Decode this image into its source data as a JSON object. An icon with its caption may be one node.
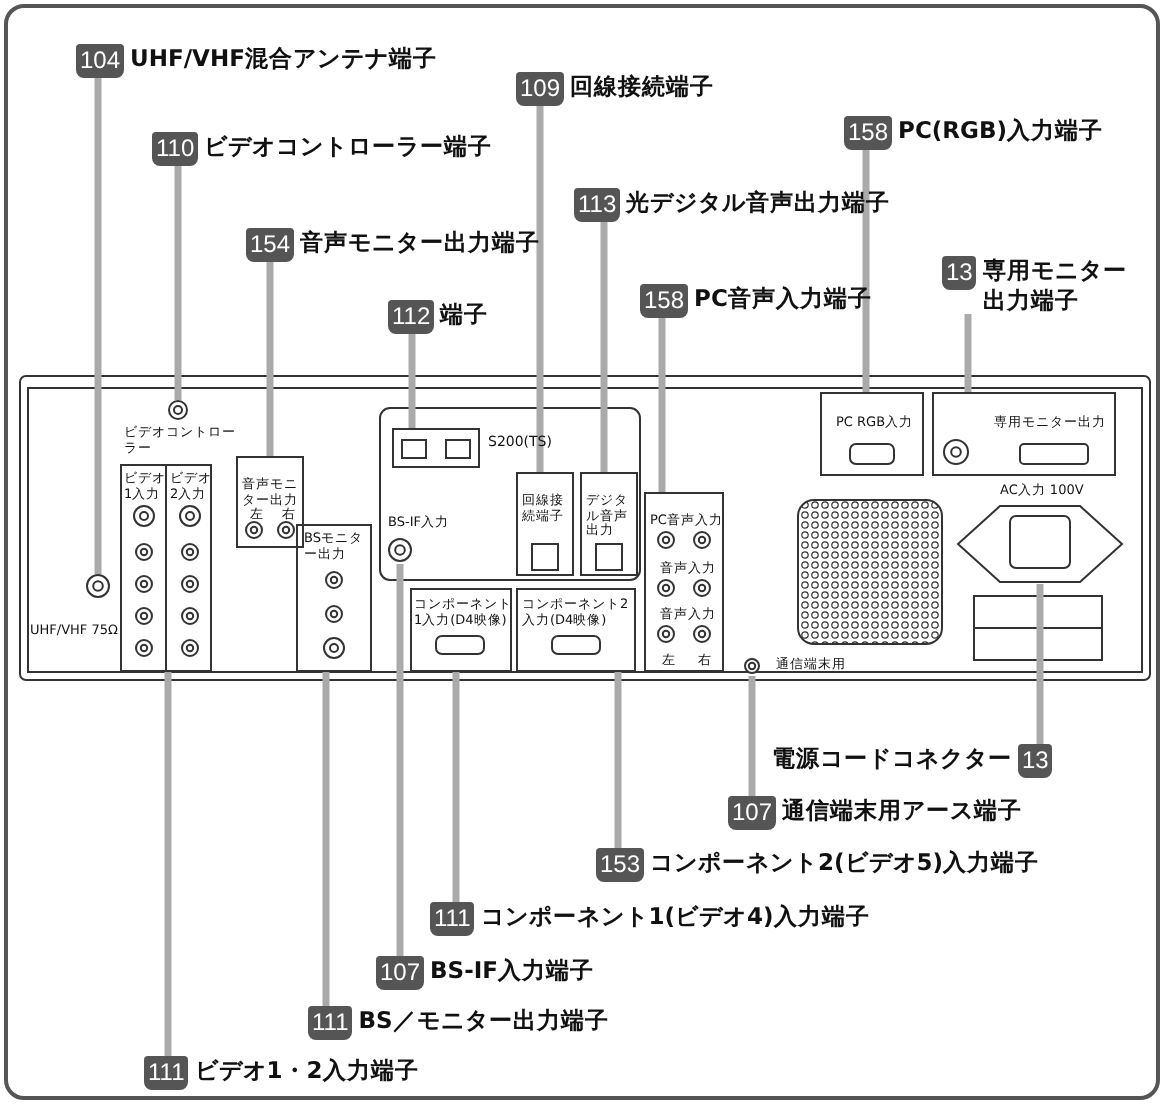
{
  "diagram": {
    "nodes": [
      {
        "text": [
          "104",
          "UHF/VHF混合アンテナ端子"
        ]
      },
      {
        "text": [
          "110",
          "ビデオコントローラー端子"
        ]
      },
      {
        "text": [
          "154",
          "音声モニター出力端子"
        ]
      },
      {
        "text": [
          "112",
          "端子"
        ]
      },
      {
        "text": [
          "109",
          "回線接続端子"
        ]
      },
      {
        "text": [
          "113",
          "光デジタル音声出力端子"
        ]
      },
      {
        "text": [
          "158",
          "PC音声入力端子"
        ]
      },
      {
        "text": [
          "158",
          "PC(RGB)入力端子"
        ]
      },
      {
        "text": [
          "13",
          "専用モニター出力端子"
        ]
      },
      {
        "text": [
          "電源コードコネクター",
          "13"
        ]
      },
      {
        "text": [
          "107",
          "通信端末用アース端子"
        ]
      },
      {
        "text": [
          "153",
          "コンポーネント2(ビデオ5)入力端子"
        ]
      },
      {
        "text": [
          "111",
          "コンポーネント1(ビデオ4)入力端子"
        ]
      },
      {
        "text": [
          "107",
          "BS-IF入力端子"
        ]
      },
      {
        "text": [
          "111",
          "BS／モニター出力端子"
        ]
      },
      {
        "text": [
          "111",
          "ビデオ1・2入力端子"
        ]
      },
      {
        "text": [
          "UHF/VHF 75Ω"
        ]
      },
      {
        "text": [
          "ビデオコントローラー"
        ]
      },
      {
        "text": [
          "ビデオ1入力",
          "ビデオ2入力"
        ]
      },
      {
        "text": [
          "音声モニター出力",
          "左",
          "右"
        ]
      },
      {
        "text": [
          "BSモニター出力"
        ]
      },
      {
        "text": [],
        "shape": "box",
        "beside": [
          "S200(TS)"
        ]
      },
      {
        "text": [
          "BS-IF入力"
        ]
      },
      {
        "text": [
          "回線接続端子"
        ]
      },
      {
        "text": [
          "デジタル音声出力"
        ]
      },
      {
        "text": [
          "コンポーネント1入力(D4映像)"
        ]
      },
      {
        "text": [
          "コンポーネント2入力(D4映像)"
        ]
      },
      {
        "text": [
          "PC音声入力",
          "音声入力",
          "音声入力",
          "左",
          "右"
        ]
      },
      {
        "text": [
          "通信端末用"
        ]
      },
      {
        "text": [
          "PC RGB入力"
        ]
      },
      {
        "text": [
          "専用モニター出力"
        ]
      },
      {
        "text": [
          "AC入力 100V"
        ]
      }
    ],
    "edges": [
      {
        "from": 0,
        "to": 16,
        "arrow": "none"
      },
      {
        "from": 1,
        "to": 17,
        "arrow": "none"
      },
      {
        "from": 2,
        "to": 19,
        "arrow": "none"
      },
      {
        "from": 3,
        "to": 21,
        "arrow": "none"
      },
      {
        "from": 4,
        "to": 23,
        "arrow": "none"
      },
      {
        "from": 5,
        "to": 24,
        "arrow": "none"
      },
      {
        "from": 6,
        "to": 27,
        "arrow": "none"
      },
      {
        "from": 7,
        "to": 29,
        "arrow": "none"
      },
      {
        "from": 8,
        "to": 30,
        "arrow": "none"
      },
      {
        "from": 9,
        "to": 31,
        "arrow": "none"
      },
      {
        "from": 10,
        "to": 28,
        "arrow": "none"
      },
      {
        "from": 11,
        "to": 26,
        "arrow": "none"
      },
      {
        "from": 12,
        "to": 25,
        "arrow": "none"
      },
      {
        "from": 13,
        "to": 22,
        "arrow": "none"
      },
      {
        "from": 14,
        "to": 20,
        "arrow": "none"
      },
      {
        "from": 15,
        "to": 18,
        "arrow": "none"
      }
    ]
  }
}
